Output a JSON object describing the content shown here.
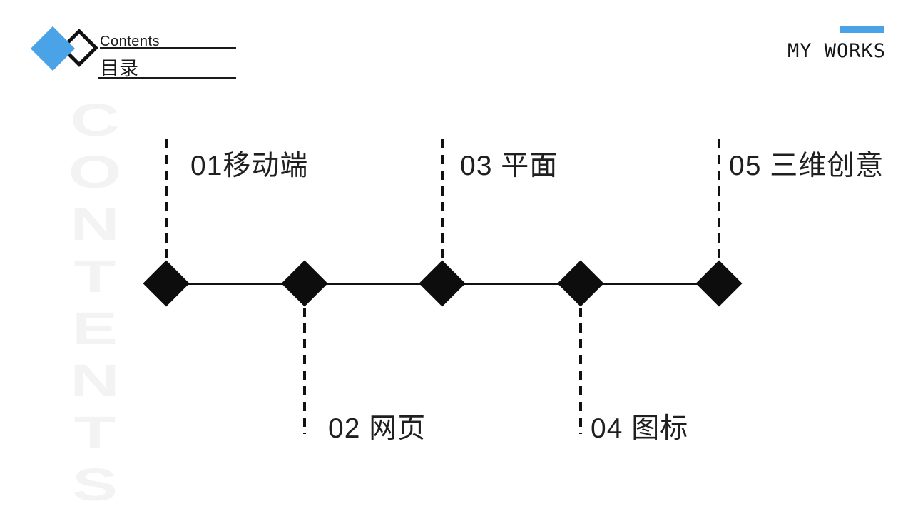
{
  "header": {
    "title_en": "Contents",
    "title_zh": "目录"
  },
  "brand": {
    "label": "MY WORKS",
    "accent_color": "#4BA3E7"
  },
  "watermark": "CONTENTS",
  "timeline": {
    "items": [
      {
        "number": "01",
        "label": "01移动端",
        "position": "top"
      },
      {
        "number": "02",
        "label": "02 网页",
        "position": "bottom"
      },
      {
        "number": "03",
        "label": "03 平面",
        "position": "top"
      },
      {
        "number": "04",
        "label": "04 图标",
        "position": "bottom"
      },
      {
        "number": "05",
        "label": "05 三维创意",
        "position": "top"
      }
    ]
  }
}
